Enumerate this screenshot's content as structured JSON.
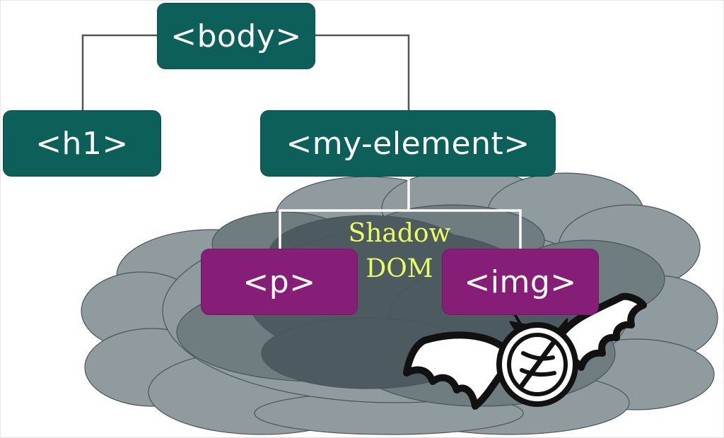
{
  "nodes": {
    "body": "<body>",
    "h1": "<h1>",
    "my_element": "<my-element>",
    "p": "<p>",
    "img": "<img>"
  },
  "shadow_dom": {
    "line1": "Shadow",
    "line2": "DOM"
  },
  "icons": {
    "mascot": "bat-icon"
  },
  "colors": {
    "light_dom_node": "#0d5f59",
    "shadow_dom_node": "#861e78",
    "shadow_dom_label": "#e9ff5e",
    "light_tree_connector": "#555555",
    "shadow_tree_connector": "#ffffff",
    "cloud": "#8f9b9e"
  }
}
